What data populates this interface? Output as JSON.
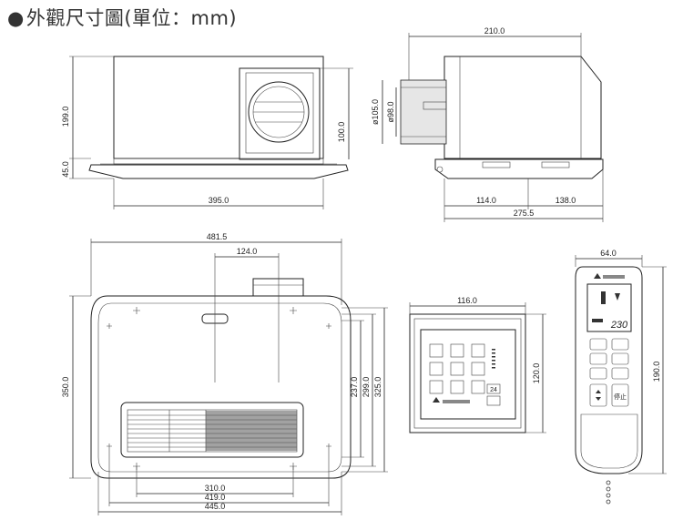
{
  "title": "外觀尺寸圖(單位：mm)",
  "dimensions": {
    "front_height": "199.0",
    "front_base": "45.0",
    "front_width": "395.0",
    "duct_height": "100.0",
    "side_width": "210.0",
    "duct_outer_dia": "ø105.0",
    "duct_inner_dia": "ø98.0",
    "side_seg_a": "114.0",
    "side_seg_b": "138.0",
    "side_total": "275.5",
    "top_width": "481.5",
    "duct_offset": "124.0",
    "top_depth": "350.0",
    "inner_depth_a": "237.0",
    "inner_depth_b": "299.0",
    "inner_depth_c": "325.0",
    "bottom_a": "310.0",
    "bottom_b": "419.0",
    "bottom_c": "445.0",
    "panel_width": "116.0",
    "panel_height": "120.0",
    "remote_width": "64.0",
    "remote_height": "190.0"
  },
  "remote": {
    "display_value": "230",
    "stop_label": "停止"
  },
  "panel": {
    "number_24": "24"
  }
}
